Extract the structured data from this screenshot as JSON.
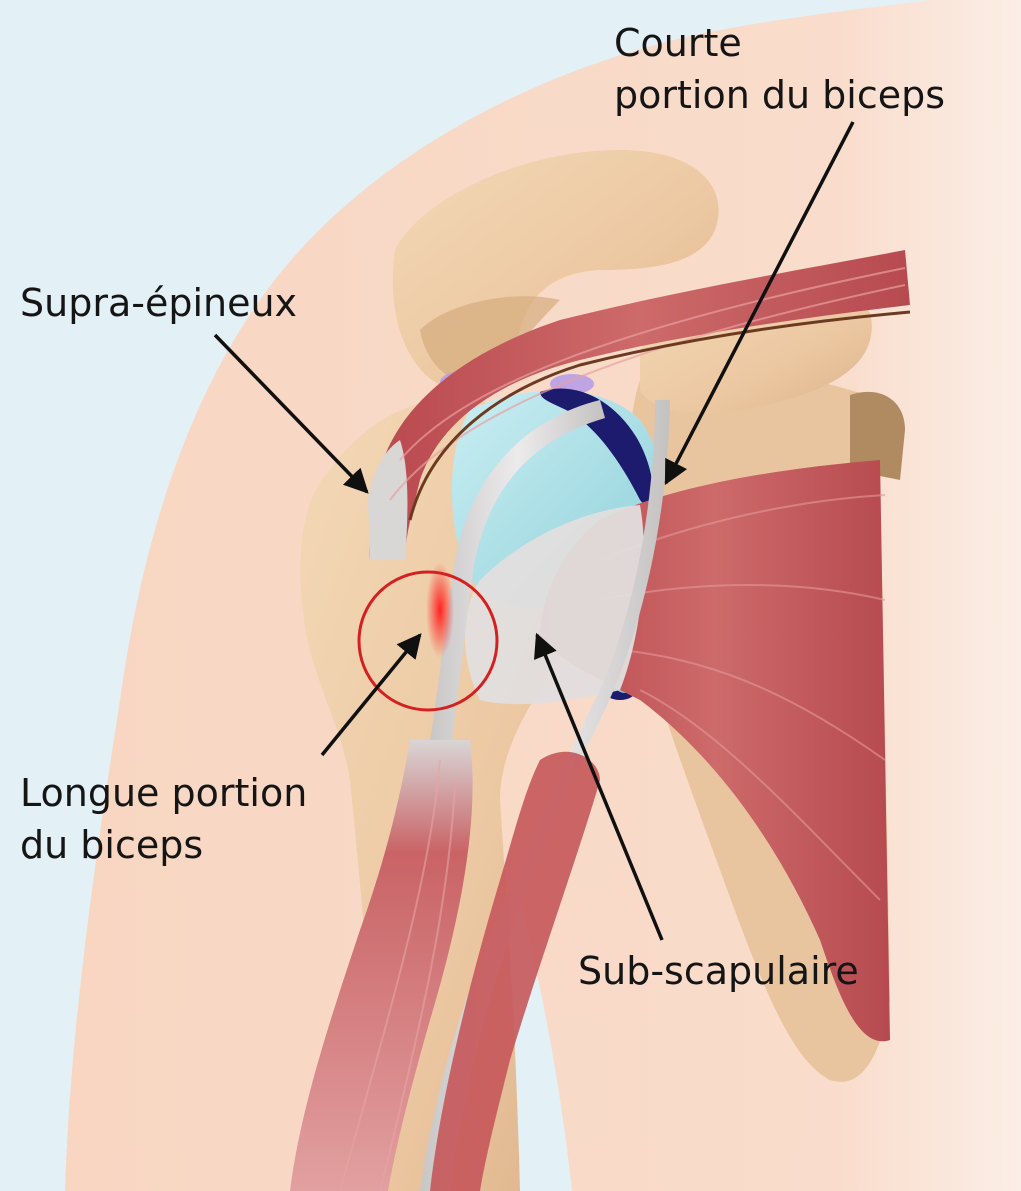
{
  "colors": {
    "background": "#e3f0f5",
    "skin": "#f6d3bf",
    "bone": "#ecc8a2",
    "bone_shadow": "#d4ac7e",
    "muscle": "#c5565a",
    "muscle_dark": "#9c3a40",
    "tendon": "#dad7d6",
    "cartilage": "#a8dbe2",
    "labrum": "#1c1b6e",
    "bursa": "#b49ae6",
    "inflammation": "#e02020",
    "highlight_circle": "#d42020",
    "arrow": "#101010"
  },
  "labels": {
    "courte_line1": "Courte",
    "courte_line2": "portion du biceps",
    "supra": "Supra-épineux",
    "longue_line1": "Longue portion",
    "longue_line2": "du biceps",
    "sub": "Sub-scapulaire"
  }
}
